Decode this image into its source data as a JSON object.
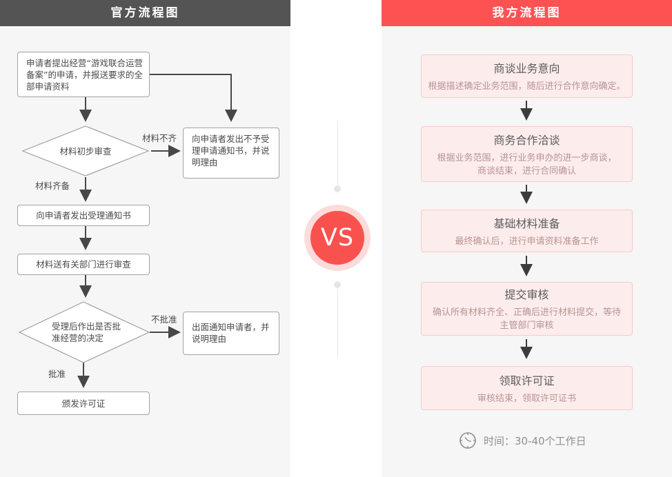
{
  "left": {
    "title": "官方流程图",
    "nodes": {
      "apply": "申请者提出经营“游戏联合运营备案”的申请，并报送要求的全部申请资料",
      "initial_review": "材料初步审查",
      "reject_notice": "向申请者发出不予受理申请通知书，并说明理由",
      "accept_notice": "向申请者发出受理通知书",
      "dept_review": "材料送有关部门进行审查",
      "decision": "受理后作出是否批准经营的决定",
      "deny_notice": "出面通知申请者，并说明理由",
      "license": "颁发许可证"
    },
    "edge_labels": {
      "incomplete": "材料不齐",
      "complete": "材料齐备",
      "not_approved": "不批准",
      "approved": "批准"
    }
  },
  "center": {
    "vs": "VS"
  },
  "right": {
    "title": "我方流程图",
    "steps": [
      {
        "title": "商谈业务意向",
        "desc": "根据描述确定业务范围，随后进行合作意向确定。"
      },
      {
        "title": "商务合作洽谈",
        "desc": "根据业务范围，进行业务申办的进一步商谈，\n商谈结束，进行合同确认"
      },
      {
        "title": "基础材料准备",
        "desc": "最终确认后，进行申请资料准备工作"
      },
      {
        "title": "提交审核",
        "desc": "确认所有材料齐全、正确后进行材料提交，等待\n主管部门审核"
      },
      {
        "title": "领取许可证",
        "desc": "审核结束，领取许可证书"
      }
    ],
    "footer": {
      "time": "时间：30-40个工作日"
    }
  },
  "colors": {
    "left_header": "#545454",
    "right_header": "#fc5252",
    "vs_red": "#f9524e",
    "panel_bg": "#f6f6f6",
    "pink_box_bg": "#fdecec",
    "pink_box_border": "#f6cbcb"
  }
}
